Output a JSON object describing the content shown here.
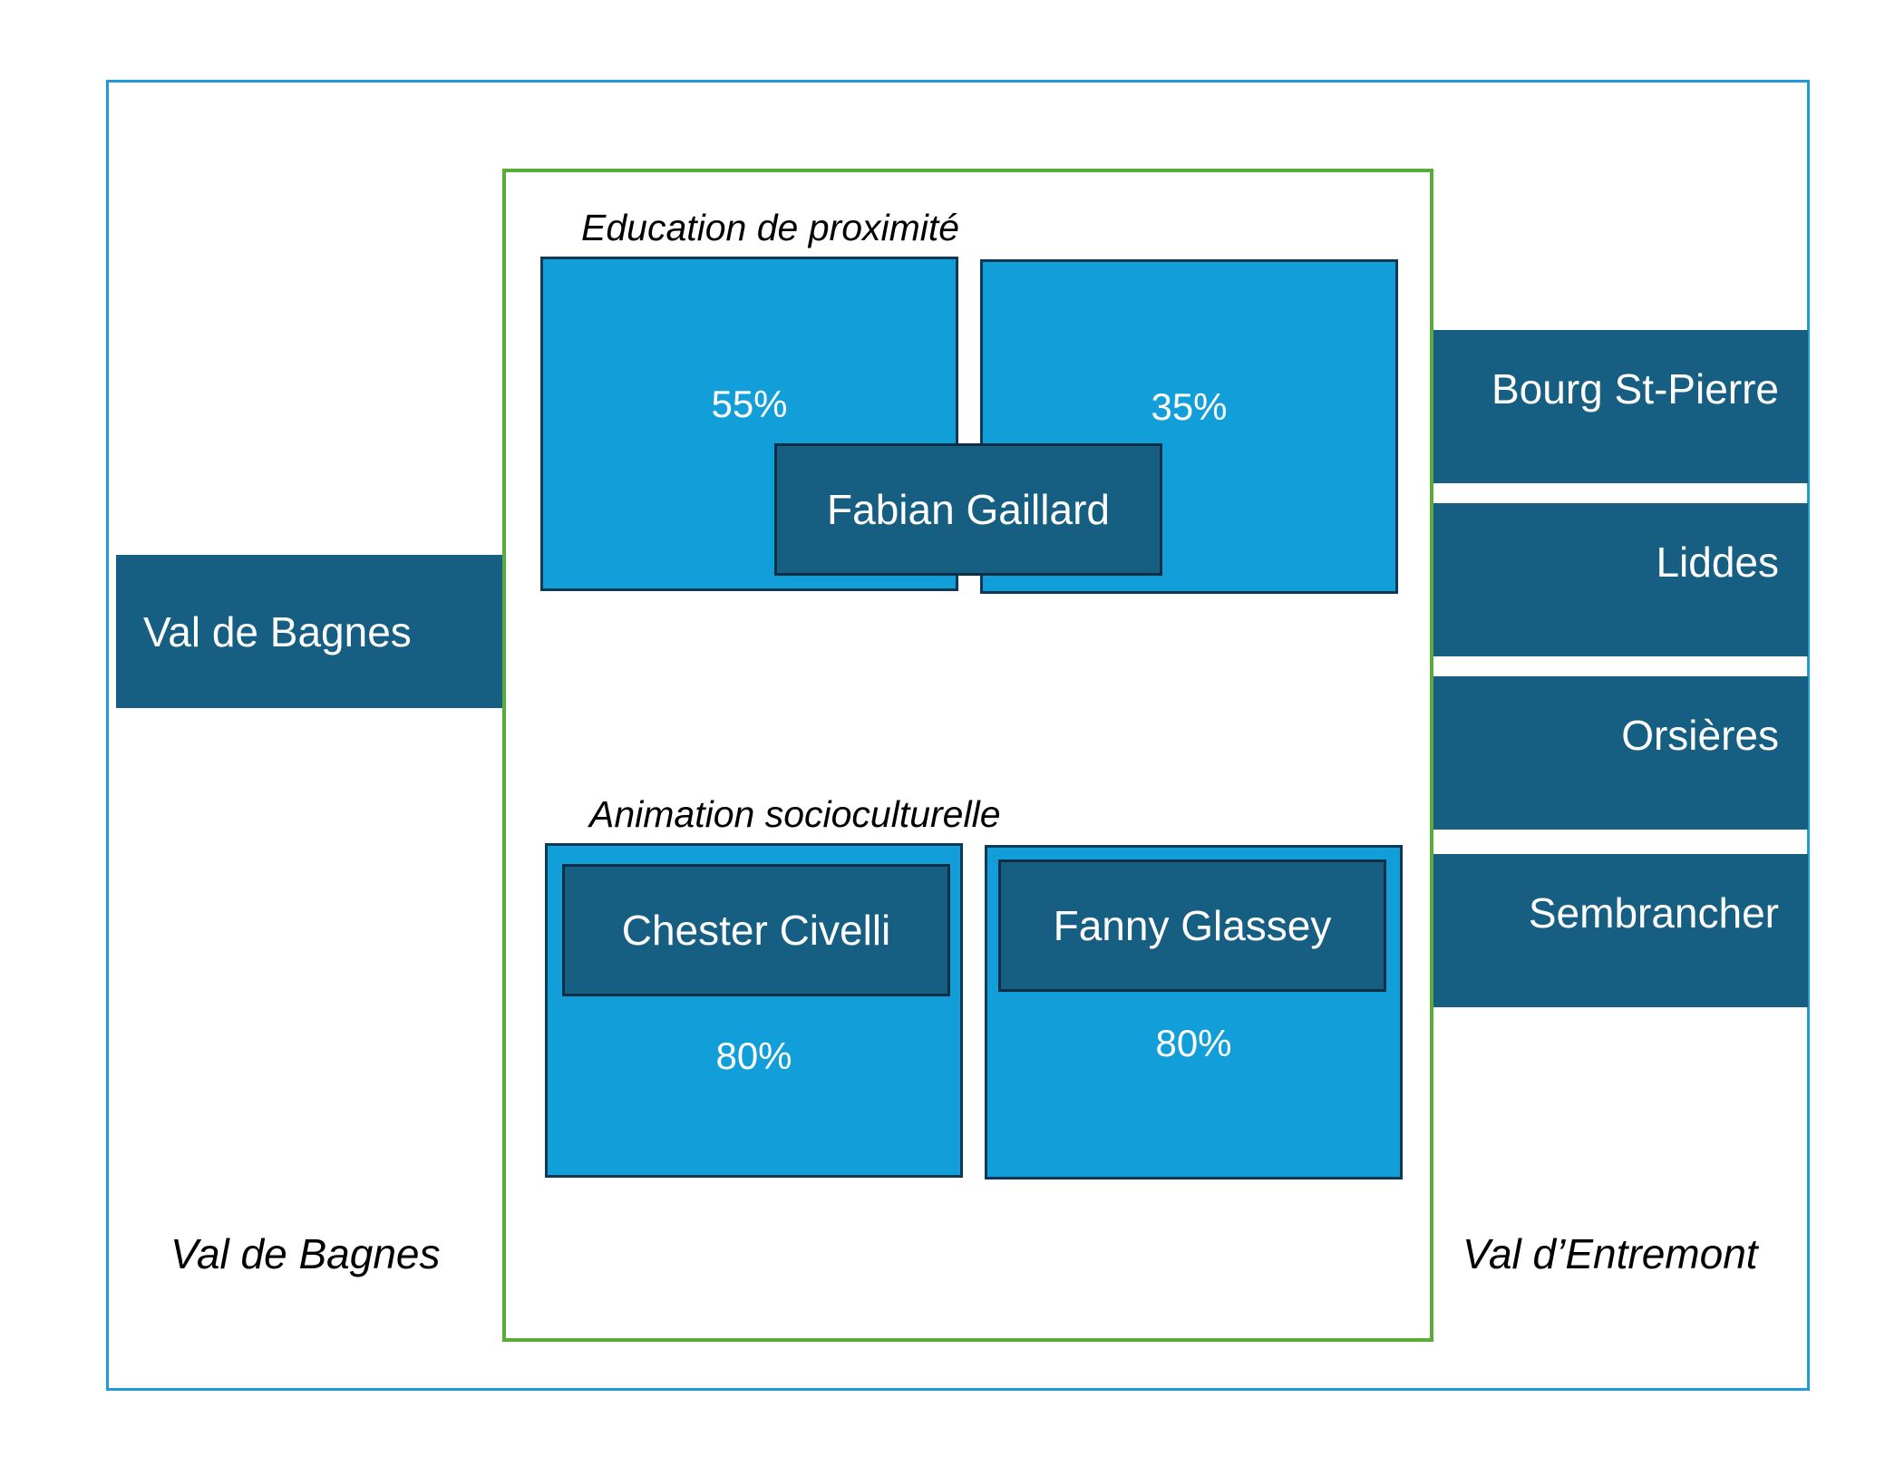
{
  "left": {
    "commune_box": "Val de Bagnes",
    "region_label": "Val de Bagnes"
  },
  "right": {
    "communes": [
      "Bourg St-Pierre",
      "Liddes",
      "Orsières",
      "Sembrancher"
    ],
    "region_label": "Val d’Entremont"
  },
  "sections": {
    "education": {
      "title": "Education de proximité",
      "left_pct": "55%",
      "right_pct": "35%",
      "person": "Fabian Gaillard"
    },
    "animation": {
      "title": "Animation socioculturelle",
      "left_person": "Chester Civelli",
      "left_pct": "80%",
      "right_person": "Fanny Glassey",
      "right_pct": "80%"
    }
  },
  "colors": {
    "outer_border": "#1f9bd7",
    "center_border": "#5aab37",
    "dark_blue": "#175f82",
    "light_blue": "#129fd9"
  }
}
